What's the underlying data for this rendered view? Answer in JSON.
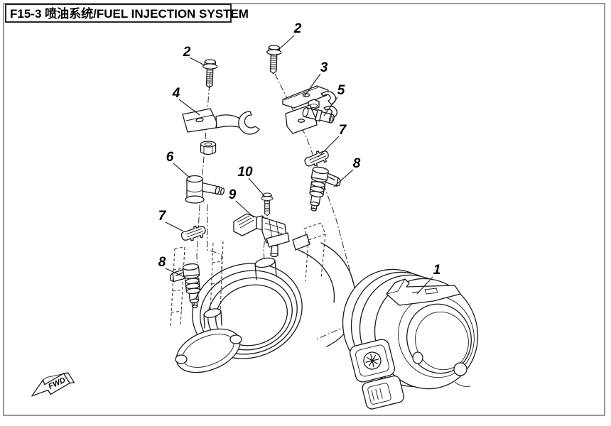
{
  "title": {
    "text": "F15-3 喷油系统/FUEL INJECTION SYSTEM"
  },
  "callouts": [
    {
      "number": "2"
    },
    {
      "number": "2"
    },
    {
      "number": "3"
    },
    {
      "number": "4"
    },
    {
      "number": "5"
    },
    {
      "number": "7"
    },
    {
      "number": "8"
    },
    {
      "number": "6"
    },
    {
      "number": "10"
    },
    {
      "number": "9"
    },
    {
      "number": "7"
    },
    {
      "number": "8"
    },
    {
      "number": "1"
    }
  ],
  "fwd": {
    "label": "FWD"
  },
  "colors": {
    "line": "#1a1a1a",
    "frame": "#999999",
    "background": "#ffffff"
  }
}
